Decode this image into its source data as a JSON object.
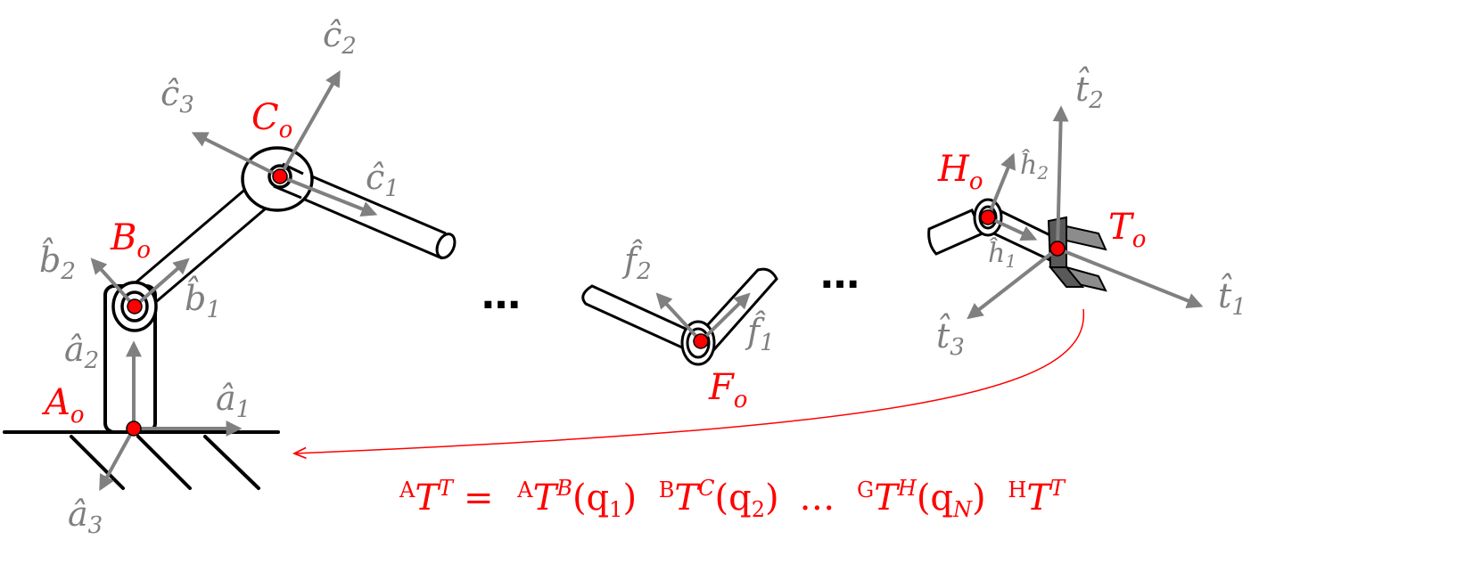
{
  "labels": {
    "A_o": {
      "base": "A",
      "sub": "o"
    },
    "B_o": {
      "base": "B",
      "sub": "o"
    },
    "C_o": {
      "base": "C",
      "sub": "o"
    },
    "F_o": {
      "base": "F",
      "sub": "o"
    },
    "H_o": {
      "base": "H",
      "sub": "o"
    },
    "T_o": {
      "base": "T",
      "sub": "o"
    },
    "a1": {
      "base": "â",
      "sub": "1"
    },
    "a2": {
      "base": "â",
      "sub": "2"
    },
    "a3": {
      "base": "â",
      "sub": "3"
    },
    "b1": {
      "base": "b̂",
      "sub": "1"
    },
    "b2": {
      "base": "b̂",
      "sub": "2"
    },
    "c1": {
      "base": "ĉ",
      "sub": "1"
    },
    "c2": {
      "base": "ĉ",
      "sub": "2"
    },
    "c3": {
      "base": "ĉ",
      "sub": "3"
    },
    "f1": {
      "base": "f̂",
      "sub": "1"
    },
    "f2": {
      "base": "f̂",
      "sub": "2"
    },
    "h1": {
      "base": "ĥ",
      "sub": "1"
    },
    "h2": {
      "base": "ĥ",
      "sub": "2"
    },
    "t1": {
      "base": "t̂",
      "sub": "1"
    },
    "t2": {
      "base": "t̂",
      "sub": "2"
    },
    "t3": {
      "base": "t̂",
      "sub": "3"
    }
  },
  "ellipsis": {
    "left": "…",
    "right": "…"
  },
  "equation": {
    "lhs_pre": "A",
    "lhs_base": "T",
    "lhs_sup": "T",
    "equals": "=",
    "t1_pre": "A",
    "t1_base": "T",
    "t1_sup": "B",
    "t1_arg": "(q",
    "t1_sub": "1",
    "t1_close": ")",
    "t2_pre": "B",
    "t2_base": "T",
    "t2_sup": "C",
    "t2_arg": "(q",
    "t2_sub": "2",
    "t2_close": ")",
    "mid_dots": "…",
    "t3_pre": "G",
    "t3_base": "T",
    "t3_sup": "H",
    "t3_arg": "(q",
    "t3_sub": "N",
    "t3_close": ")",
    "t4_pre": "H",
    "t4_base": "T",
    "t4_sup": "T"
  },
  "colors": {
    "frame_arrow": "#808080",
    "origin_dot": "#ff0000",
    "label_red": "#ff0000",
    "link_outline": "#000000",
    "gripper": "#595959"
  }
}
